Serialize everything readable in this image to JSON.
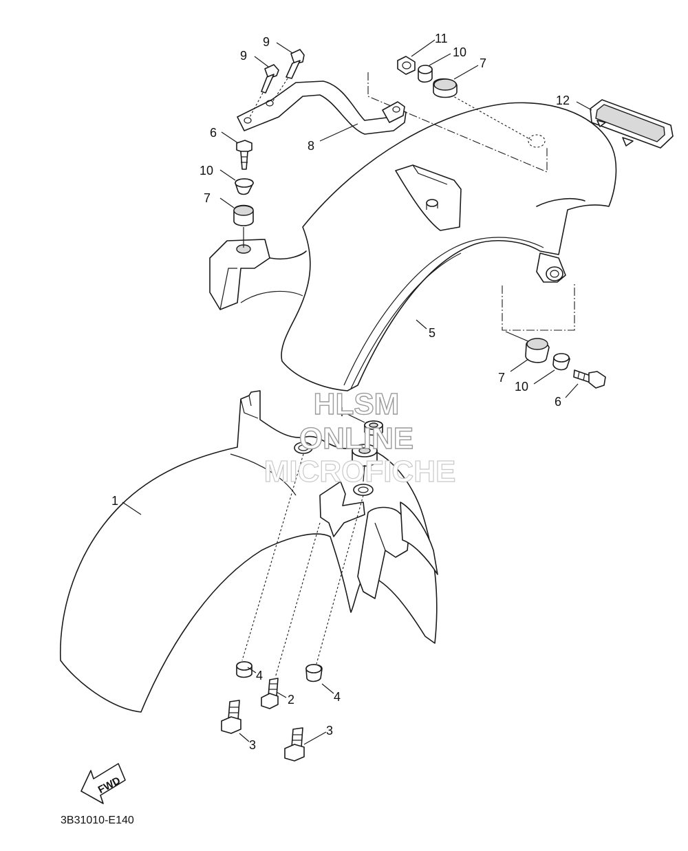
{
  "diagram": {
    "code": "3B31010-E140",
    "fwd_label": "FWD",
    "watermark": [
      "HLSM",
      "ONLINE",
      "MICROFICHE"
    ],
    "callouts": [
      {
        "id": "c1",
        "label": "1"
      },
      {
        "id": "c2",
        "label": "2"
      },
      {
        "id": "c3a",
        "label": "3"
      },
      {
        "id": "c3b",
        "label": "3"
      },
      {
        "id": "c4a",
        "label": "4"
      },
      {
        "id": "c4b",
        "label": "4"
      },
      {
        "id": "c4c",
        "label": "4"
      },
      {
        "id": "c5",
        "label": "5"
      },
      {
        "id": "c6a",
        "label": "6"
      },
      {
        "id": "c6b",
        "label": "6"
      },
      {
        "id": "c7a",
        "label": "7"
      },
      {
        "id": "c7b",
        "label": "7"
      },
      {
        "id": "c7c",
        "label": "7"
      },
      {
        "id": "c8",
        "label": "8"
      },
      {
        "id": "c9a",
        "label": "9"
      },
      {
        "id": "c9b",
        "label": "9"
      },
      {
        "id": "c10a",
        "label": "10"
      },
      {
        "id": "c10b",
        "label": "10"
      },
      {
        "id": "c10c",
        "label": "10"
      },
      {
        "id": "c11",
        "label": "11"
      },
      {
        "id": "c12",
        "label": "12"
      }
    ]
  }
}
